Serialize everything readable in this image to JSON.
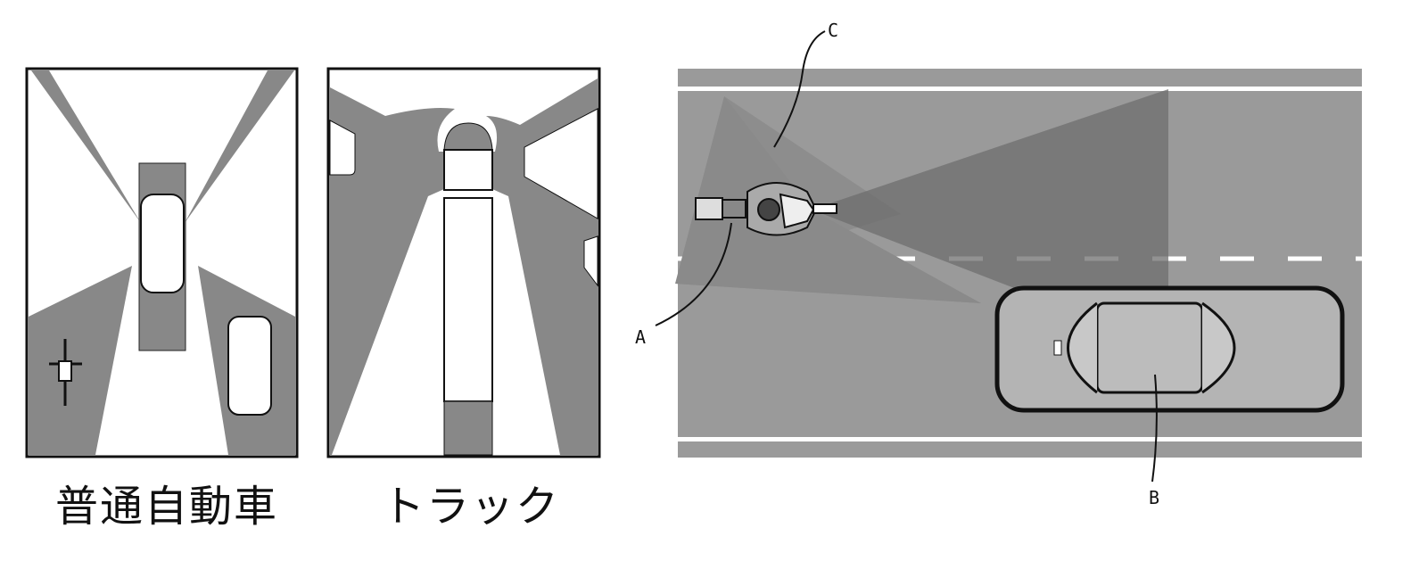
{
  "panels": {
    "left": {
      "caption": "普通自動車"
    },
    "middle": {
      "caption": "トラック"
    }
  },
  "labels": {
    "a": "A",
    "b": "B",
    "c": "C"
  },
  "colors": {
    "shade": "#8a8a8a",
    "road": "#9a9a9a",
    "cone_light": "#8c8c8c",
    "cone_dark": "#6e6e6e",
    "car": "#b4b4b4"
  }
}
